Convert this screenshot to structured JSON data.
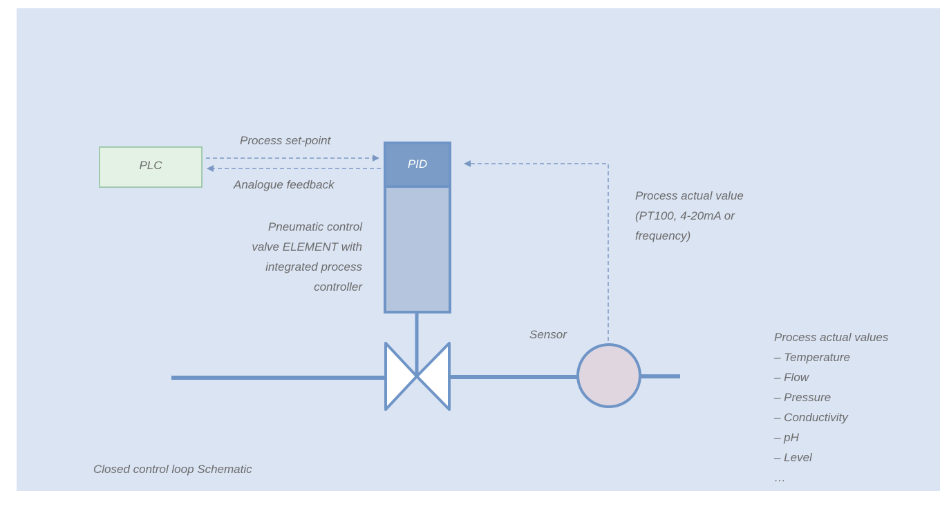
{
  "diagram": {
    "plc_label": "PLC",
    "pid_label": "PID",
    "setpoint_label": "Process set-point",
    "feedback_label": "Analogue feedback",
    "valve_description": [
      "Pneumatic control",
      "valve  ELEMENT with",
      "integrated process",
      "controller"
    ],
    "actual_value_label": [
      "Process actual value",
      "(PT100, 4-20mA or",
      "frequency)"
    ],
    "sensor_label": "Sensor",
    "process_values": {
      "heading": "Process actual values",
      "items": [
        "– Temperature",
        "– Flow",
        "– Pressure",
        "– Conductivity",
        "– pH",
        "– Level",
        "…"
      ]
    },
    "caption": "Closed control loop Schematic"
  },
  "colors": {
    "background": "#dbe4f3",
    "line": "#6f95c7",
    "pid_box": "#7b9cc6",
    "controller_body": "#b5c5dd",
    "plc_fill": "#e4f2e5",
    "plc_border": "#8cbf98",
    "sensor_fill": "#e0d6df",
    "text": "#6b6b6b"
  }
}
